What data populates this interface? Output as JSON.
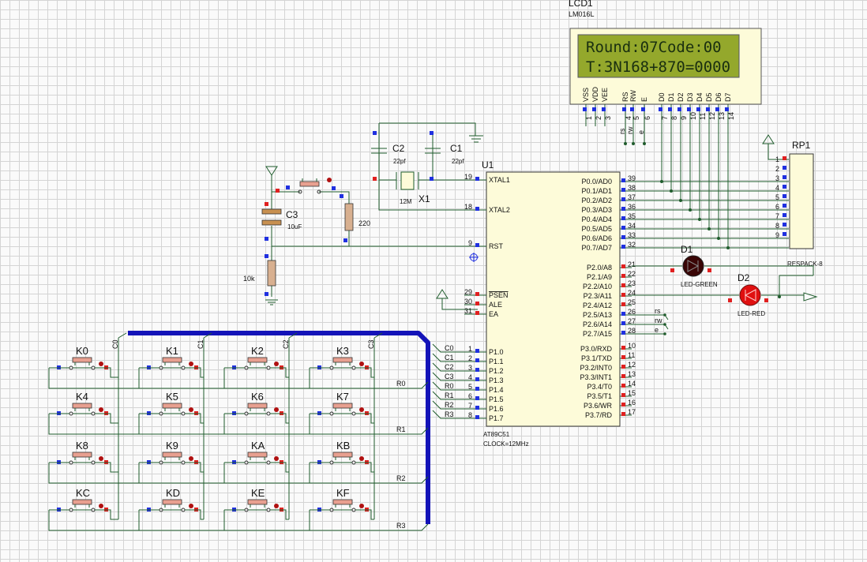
{
  "lcd": {
    "ref": "LCD1",
    "part": "LM016L",
    "line1": "Round:07Code:00",
    "line2": "T:3N168+870=0000",
    "pin_names": [
      "VSS",
      "VDD",
      "VEE",
      "RS",
      "RW",
      "E",
      "D0",
      "D1",
      "D2",
      "D3",
      "D4",
      "D5",
      "D6",
      "D7"
    ],
    "pin_numbers": [
      "1",
      "2",
      "3",
      "4",
      "5",
      "6",
      "7",
      "8",
      "9",
      "10",
      "11",
      "12",
      "13",
      "14"
    ],
    "ctrl_nets": [
      "rs",
      "rw",
      "e"
    ]
  },
  "mcu": {
    "ref": "U1",
    "part": "AT89C51",
    "clock": "CLOCK=12MHz",
    "left_pins": [
      {
        "num": "19",
        "name": "XTAL1"
      },
      {
        "num": "18",
        "name": "XTAL2"
      },
      {
        "num": "9",
        "name": "RST"
      },
      {
        "num": "29",
        "name": "PSEN"
      },
      {
        "num": "30",
        "name": "ALE"
      },
      {
        "num": "31",
        "name": "EA"
      },
      {
        "num": "1",
        "name": "P1.0"
      },
      {
        "num": "2",
        "name": "P1.1"
      },
      {
        "num": "3",
        "name": "P1.2"
      },
      {
        "num": "4",
        "name": "P1.3"
      },
      {
        "num": "5",
        "name": "P1.4"
      },
      {
        "num": "6",
        "name": "P1.5"
      },
      {
        "num": "7",
        "name": "P1.6"
      },
      {
        "num": "8",
        "name": "P1.7"
      }
    ],
    "right_pins": [
      {
        "num": "39",
        "name": "P0.0/AD0"
      },
      {
        "num": "38",
        "name": "P0.1/AD1"
      },
      {
        "num": "37",
        "name": "P0.2/AD2"
      },
      {
        "num": "36",
        "name": "P0.3/AD3"
      },
      {
        "num": "35",
        "name": "P0.4/AD4"
      },
      {
        "num": "34",
        "name": "P0.5/AD5"
      },
      {
        "num": "33",
        "name": "P0.6/AD6"
      },
      {
        "num": "32",
        "name": "P0.7/AD7"
      },
      {
        "num": "21",
        "name": "P2.0/A8"
      },
      {
        "num": "22",
        "name": "P2.1/A9"
      },
      {
        "num": "23",
        "name": "P2.2/A10"
      },
      {
        "num": "24",
        "name": "P2.3/A11"
      },
      {
        "num": "25",
        "name": "P2.4/A12"
      },
      {
        "num": "26",
        "name": "P2.5/A13"
      },
      {
        "num": "27",
        "name": "P2.6/A14"
      },
      {
        "num": "28",
        "name": "P2.7/A15"
      },
      {
        "num": "10",
        "name": "P3.0/RXD"
      },
      {
        "num": "11",
        "name": "P3.1/TXD"
      },
      {
        "num": "12",
        "name": "P3.2/INT0"
      },
      {
        "num": "13",
        "name": "P3.3/INT1"
      },
      {
        "num": "14",
        "name": "P3.4/T0"
      },
      {
        "num": "15",
        "name": "P3.5/T1"
      },
      {
        "num": "16",
        "name": "P3.6/WR"
      },
      {
        "num": "17",
        "name": "P3.7/RD"
      }
    ],
    "port1_nets": [
      "C0",
      "C1",
      "C2",
      "C3",
      "R0",
      "R1",
      "R2",
      "R3"
    ],
    "port2_nets": [
      "rs",
      "rw",
      "e"
    ]
  },
  "components": {
    "c1_ref": "C1",
    "c1_val": "22pf",
    "c2_ref": "C2",
    "c2_val": "22pf",
    "c3_ref": "C3",
    "c3_val": "10uF",
    "x1_ref": "X1",
    "x1_val": "12M",
    "r_rst_val": "220",
    "r_pull_val": "10k",
    "rp1_ref": "RP1",
    "rp1_part": "RESPACK-8",
    "rp1_pins": [
      "1",
      "2",
      "3",
      "4",
      "5",
      "6",
      "7",
      "8",
      "9"
    ],
    "d1_ref": "D1",
    "d1_part": "LED-GREEN",
    "d2_ref": "D2",
    "d2_part": "LED-RED"
  },
  "keypad": {
    "keys": [
      "K0",
      "K1",
      "K2",
      "K3",
      "K4",
      "K5",
      "K6",
      "K7",
      "K8",
      "K9",
      "KA",
      "KB",
      "KC",
      "KD",
      "KE",
      "KF"
    ],
    "col_nets": [
      "C0",
      "C1",
      "C2",
      "C3"
    ],
    "row_nets": [
      "R0",
      "R1",
      "R2",
      "R3"
    ]
  },
  "colors": {
    "wire": "#1f5c2c",
    "bus": "#1313b8",
    "lcd_screen": "#94a82c",
    "lcd_frame": "#fdfbd9",
    "chip_fill": "#fdfbd9",
    "pin_red": "#e02020",
    "pin_blue": "#2030e0",
    "led_green_off": "#3a0606",
    "led_red_on": "#e01010"
  }
}
